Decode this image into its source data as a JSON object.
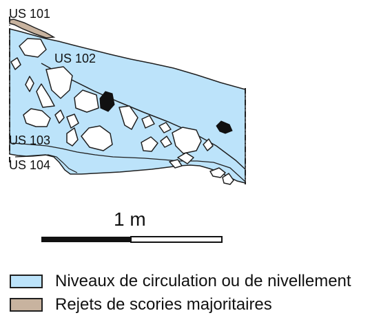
{
  "units": {
    "us101": "US 101",
    "us102": "US 102",
    "us103": "US 103",
    "us104": "US 104"
  },
  "scale": {
    "label": "1 m"
  },
  "legend": [
    {
      "label": "Niveaux de circulation ou de nivellement",
      "color": "#BCE3FA"
    },
    {
      "label": "Rejets de scories majoritaires",
      "color": "#C8B39F"
    }
  ],
  "colors": {
    "layer_fill": "#BCE3FA",
    "slag_fill": "#C8B39F",
    "outline": "#1f1f1f",
    "black_object": "#111111"
  }
}
